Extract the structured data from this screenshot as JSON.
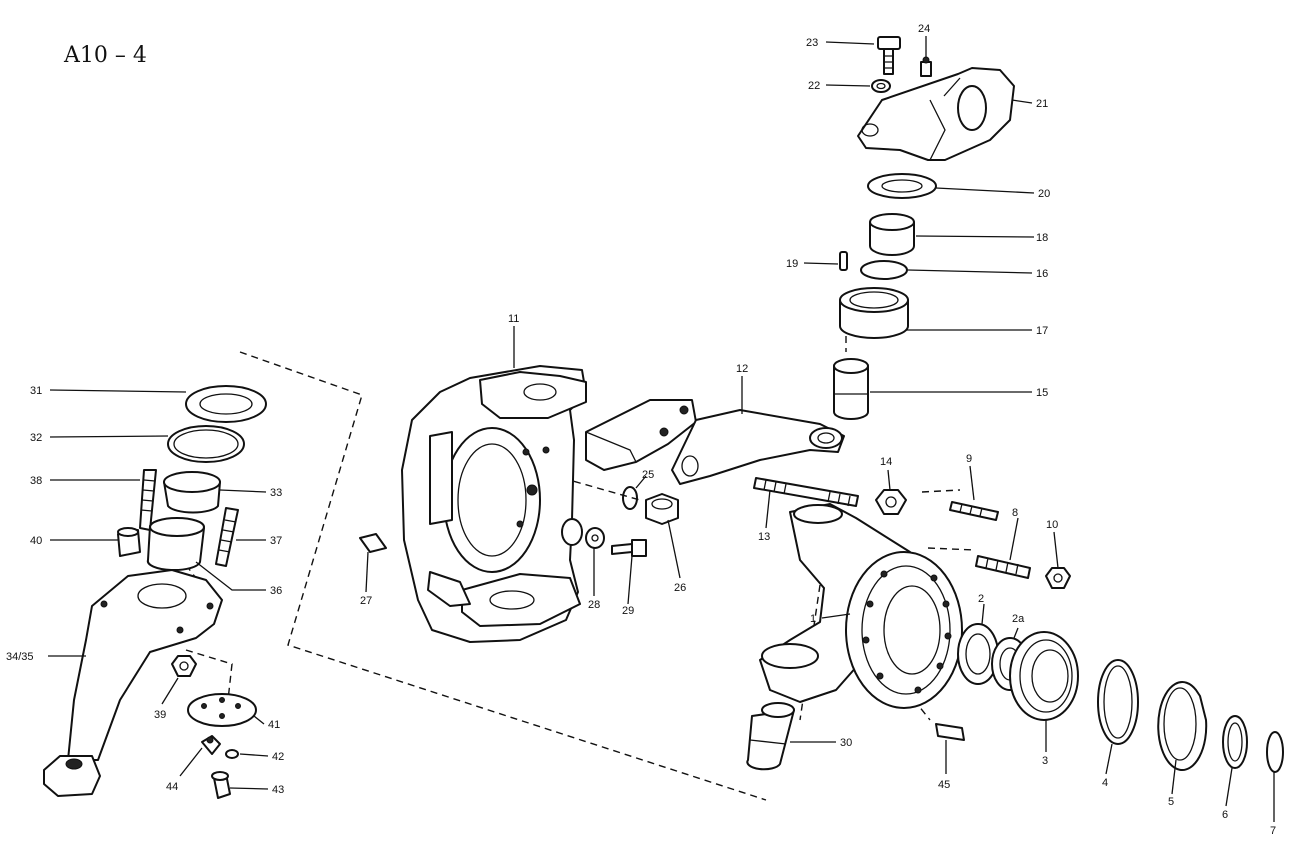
{
  "title": "A10 – 4",
  "callouts": [
    {
      "id": "c1",
      "text": "1"
    },
    {
      "id": "c2",
      "text": "2"
    },
    {
      "id": "c2a",
      "text": "2a"
    },
    {
      "id": "c3",
      "text": "3"
    },
    {
      "id": "c4",
      "text": "4"
    },
    {
      "id": "c5",
      "text": "5"
    },
    {
      "id": "c6",
      "text": "6"
    },
    {
      "id": "c7",
      "text": "7"
    },
    {
      "id": "c8",
      "text": "8"
    },
    {
      "id": "c9",
      "text": "9"
    },
    {
      "id": "c10",
      "text": "10"
    },
    {
      "id": "c11",
      "text": "11"
    },
    {
      "id": "c12",
      "text": "12"
    },
    {
      "id": "c13",
      "text": "13"
    },
    {
      "id": "c14",
      "text": "14"
    },
    {
      "id": "c15",
      "text": "15"
    },
    {
      "id": "c16",
      "text": "16"
    },
    {
      "id": "c17",
      "text": "17"
    },
    {
      "id": "c18",
      "text": "18"
    },
    {
      "id": "c19",
      "text": "19"
    },
    {
      "id": "c20",
      "text": "20"
    },
    {
      "id": "c21",
      "text": "21"
    },
    {
      "id": "c22",
      "text": "22"
    },
    {
      "id": "c23",
      "text": "23"
    },
    {
      "id": "c24",
      "text": "24"
    },
    {
      "id": "c25",
      "text": "25"
    },
    {
      "id": "c26",
      "text": "26"
    },
    {
      "id": "c27",
      "text": "27"
    },
    {
      "id": "c28",
      "text": "28"
    },
    {
      "id": "c29",
      "text": "29"
    },
    {
      "id": "c30",
      "text": "30"
    },
    {
      "id": "c31",
      "text": "31"
    },
    {
      "id": "c32",
      "text": "32"
    },
    {
      "id": "c33",
      "text": "33"
    },
    {
      "id": "c34",
      "text": "34/35"
    },
    {
      "id": "c36",
      "text": "36"
    },
    {
      "id": "c37",
      "text": "37"
    },
    {
      "id": "c38",
      "text": "38"
    },
    {
      "id": "c39",
      "text": "39"
    },
    {
      "id": "c40",
      "text": "40"
    },
    {
      "id": "c41",
      "text": "41"
    },
    {
      "id": "c42",
      "text": "42"
    },
    {
      "id": "c43",
      "text": "43"
    },
    {
      "id": "c44",
      "text": "44"
    },
    {
      "id": "c45",
      "text": "45"
    }
  ]
}
